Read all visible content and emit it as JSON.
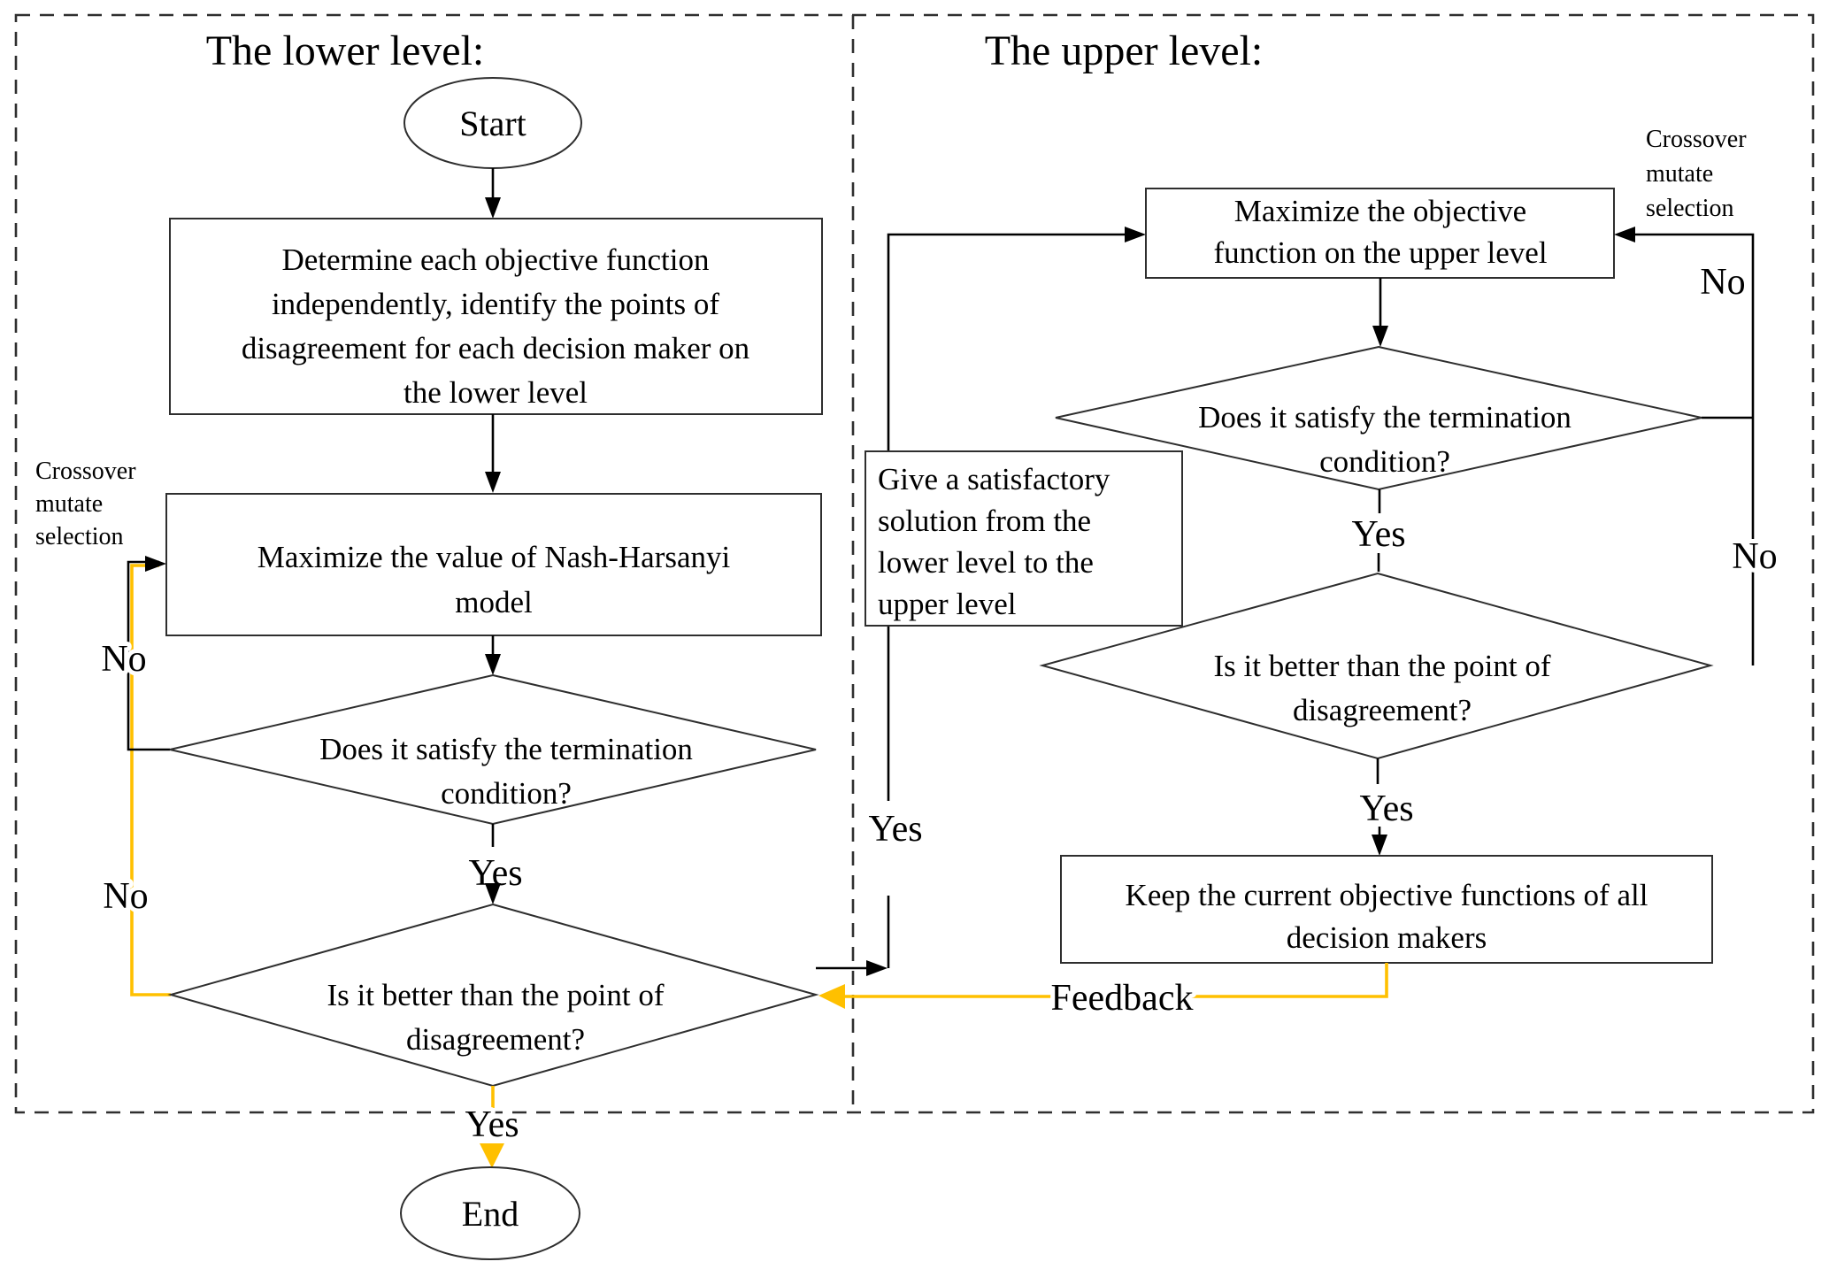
{
  "lower": {
    "title": "The lower level:",
    "start_label": "Start",
    "step_determine_lines": [
      "Determine each objective function",
      "independently, identify the points of",
      "disagreement for each decision maker on",
      "the lower level"
    ],
    "step_maximize_lines": [
      "Maximize the value of Nash-Harsanyi",
      "model"
    ],
    "decision_termination_lines": [
      "Does it satisfy the termination",
      "condition?"
    ],
    "decision_better_lines": [
      "Is it better than the point of",
      "disagreement?"
    ],
    "crossover_label_lines": [
      "Crossover",
      "mutate",
      "selection"
    ],
    "no_top": "No",
    "no_bottom": "No",
    "yes_mid": "Yes",
    "yes_end": "Yes",
    "end_label": "End"
  },
  "upper": {
    "title": "The upper level:",
    "step_maximize_lines": [
      "Maximize the objective",
      "function on the upper level"
    ],
    "give_box_lines": [
      "Give a satisfactory",
      "solution from the",
      "lower level to the",
      "upper level"
    ],
    "decision_termination_lines": [
      "Does it satisfy the termination",
      "condition?"
    ],
    "decision_better_lines": [
      "Is it better than the point of",
      "disagreement?"
    ],
    "keep_box_lines": [
      "Keep the current objective functions of all",
      "decision makers"
    ],
    "crossover_label_lines": [
      "Crossover",
      "mutate",
      "selection"
    ],
    "no_top": "No",
    "no_bottom": "No",
    "yes_give": "Yes",
    "yes_termination": "Yes",
    "yes_better": "Yes",
    "feedback_label": "Feedback"
  },
  "colors": {
    "accent_yellow": "#FFC000",
    "line_black": "#000000",
    "border_gray": "#2F2F2F"
  }
}
